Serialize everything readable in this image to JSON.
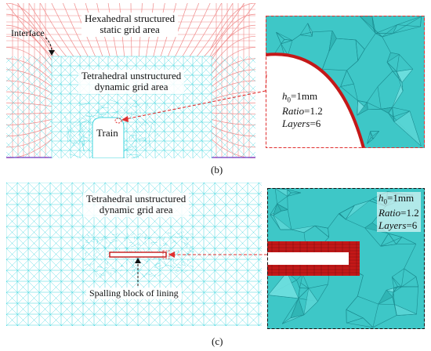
{
  "panel_b": {
    "hexa_label_1": "Hexahedral structured",
    "hexa_label_2": "static grid area",
    "interface_label": "Interface",
    "tetra_label_1": "Tetrahedral unstructured",
    "tetra_label_2": "dynamic grid area",
    "train_label": "Train",
    "inset": {
      "h0_symbol": "h",
      "h0_sub": "0",
      "h0_value": "=1mm",
      "ratio_name": "Ratio",
      "ratio_value": "=1.2",
      "layers_name": "Layers",
      "layers_value": "=6"
    },
    "caption": "(b)"
  },
  "panel_c": {
    "tetra_label_1": "Tetrahedral unstructured",
    "tetra_label_2": "dynamic grid area",
    "block_label": "Spalling block of lining",
    "inset": {
      "h0_symbol": "h",
      "h0_sub": "0",
      "h0_value": "=1mm",
      "ratio_name": "Ratio",
      "ratio_value": "=1.2",
      "layers_name": "Layers",
      "layers_value": "=6"
    },
    "caption": "(c)"
  },
  "colors": {
    "hexa_grid": "#f08a8a",
    "tetra_grid": "#3fd6de",
    "inset_fill": "#3ec7c7",
    "boundary_layer": "#c41818",
    "leader": "#e03030"
  }
}
